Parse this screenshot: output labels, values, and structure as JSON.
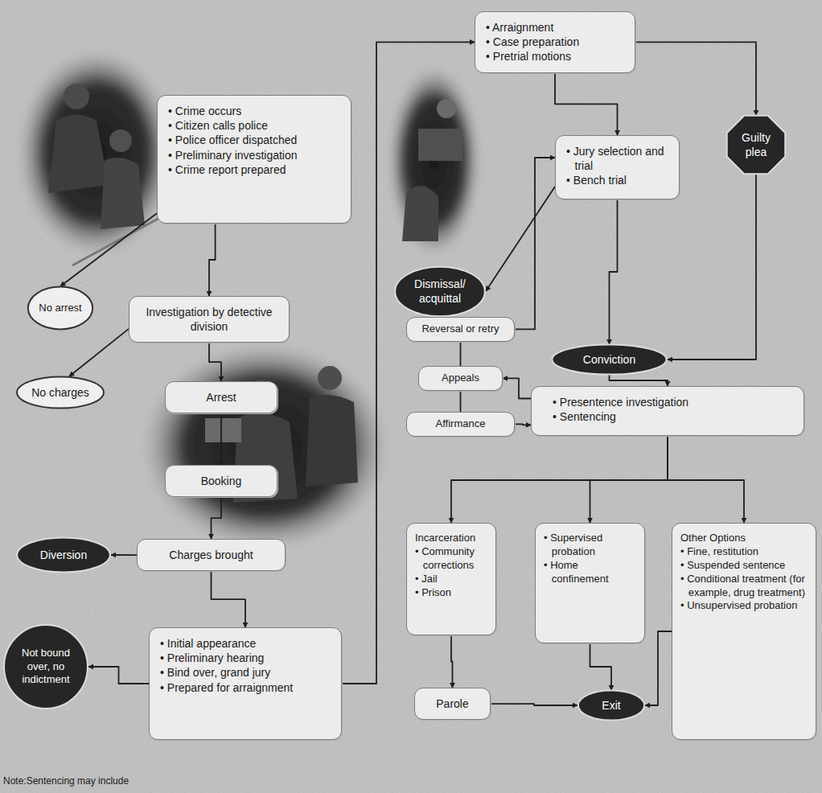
{
  "diagram": {
    "nodes": [
      {
        "text": [
          "• Crime occurs",
          "• Citizen calls police",
          "• Police officer dispatched",
          "• Preliminary investigation",
          "• Crime report prepared"
        ]
      },
      {
        "text": [
          "No arrest"
        ]
      },
      {
        "text": [
          "Investigation by detective division"
        ]
      },
      {
        "text": [
          "No charges"
        ]
      },
      {
        "text": [
          "Arrest"
        ]
      },
      {
        "text": [
          "Booking"
        ]
      },
      {
        "text": [
          "Diversion"
        ]
      },
      {
        "text": [
          "Charges brought"
        ]
      },
      {
        "text": [
          "Not bound over, no indictment"
        ]
      },
      {
        "text": [
          "• Initial appearance",
          "• Preliminary hearing",
          "• Bind over, grand jury",
          "• Prepared for arraignment"
        ]
      },
      {
        "text": [
          "• Arraignment",
          "• Case preparation",
          "• Pretrial motions"
        ]
      },
      {
        "text": [
          "Guilty plea"
        ]
      },
      {
        "text": [
          "• Jury selection and trial",
          "• Bench trial"
        ]
      },
      {
        "text": [
          "Dismissal/ acquittal"
        ]
      },
      {
        "text": [
          "Conviction"
        ]
      },
      {
        "text": [
          "Reversal or retry"
        ]
      },
      {
        "text": [
          "Appeals"
        ]
      },
      {
        "text": [
          "Affirmance"
        ]
      },
      {
        "text": [
          "• Presentence investigation",
          "• Sentencing"
        ]
      },
      {
        "text": [
          "Incarceration",
          "• Community corrections",
          "• Jail",
          "• Prison"
        ]
      },
      {
        "text": [
          "• Supervised probation",
          "• Home confinement"
        ]
      },
      {
        "text": [
          "Other Options",
          "• Fine, restitution",
          "• Suspended sentence",
          "• Conditional treatment (for example, drug treatment)",
          "• Unsupervised probation"
        ]
      },
      {
        "text": [
          "Parole"
        ]
      },
      {
        "text": [
          "Exit"
        ]
      }
    ],
    "edges": [
      {
        "from": 0,
        "to": 2,
        "arrow": "to"
      },
      {
        "from": 0,
        "to": 1,
        "arrow": "to"
      },
      {
        "from": 2,
        "to": 3,
        "arrow": "to"
      },
      {
        "from": 2,
        "to": 4,
        "arrow": "to"
      },
      {
        "from": 4,
        "to": 5,
        "arrow": "to"
      },
      {
        "from": 5,
        "to": 7,
        "arrow": "to"
      },
      {
        "from": 7,
        "to": 6,
        "arrow": "to"
      },
      {
        "from": 7,
        "to": 9,
        "arrow": "to"
      },
      {
        "from": 9,
        "to": 8,
        "arrow": "to"
      },
      {
        "from": 9,
        "to": 10,
        "arrow": "to"
      },
      {
        "from": 10,
        "to": 12,
        "arrow": "to"
      },
      {
        "from": 10,
        "to": 11,
        "arrow": "to"
      },
      {
        "from": 11,
        "to": 14,
        "arrow": "to"
      },
      {
        "from": 12,
        "to": 13,
        "arrow": "to"
      },
      {
        "from": 12,
        "to": 14,
        "arrow": "to"
      },
      {
        "from": 14,
        "to": 18,
        "arrow": "to"
      },
      {
        "from": 18,
        "to": 16,
        "arrow": "to"
      },
      {
        "from": 16,
        "to": 15,
        "arrow": "none"
      },
      {
        "from": 16,
        "to": 17,
        "arrow": "none"
      },
      {
        "from": 15,
        "to": 12,
        "arrow": "to"
      },
      {
        "from": 17,
        "to": 18,
        "arrow": "to"
      },
      {
        "from": 18,
        "to": 19,
        "arrow": "to"
      },
      {
        "from": 18,
        "to": 20,
        "arrow": "to"
      },
      {
        "from": 18,
        "to": 21,
        "arrow": "to"
      },
      {
        "from": 19,
        "to": 22,
        "arrow": "to"
      },
      {
        "from": 20,
        "to": 23,
        "arrow": "to"
      },
      {
        "from": 21,
        "to": 23,
        "arrow": "to"
      },
      {
        "from": 22,
        "to": 23,
        "arrow": "to"
      }
    ],
    "labels": [
      "Note:Sentencing may include"
    ]
  }
}
